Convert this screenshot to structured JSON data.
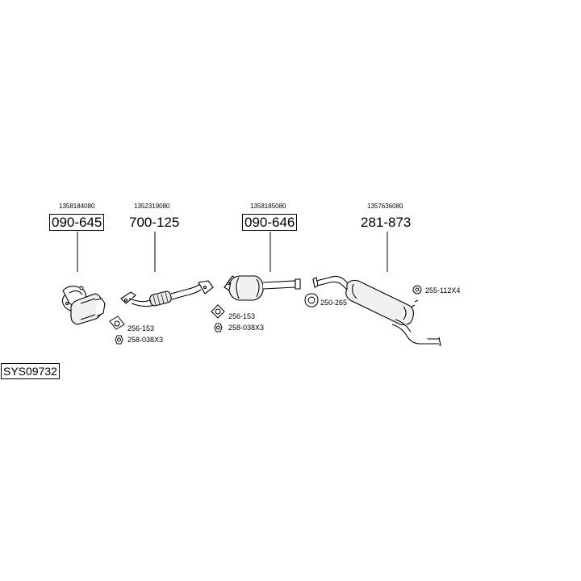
{
  "system_code": "SYS09732",
  "parts": [
    {
      "oe": "1358184080",
      "number": "090-645",
      "boxed": true
    },
    {
      "oe": "1352319080",
      "number": "700-125",
      "boxed": false
    },
    {
      "oe": "1358185080",
      "number": "090-646",
      "boxed": true
    },
    {
      "oe": "1357636080",
      "number": "281-873",
      "boxed": false
    }
  ],
  "accessories": {
    "gasket_a": "256-153",
    "bolt_a": "258-038X3",
    "gasket_b": "256-153",
    "bolt_b": "258-038X3",
    "clamp": "250-265",
    "rubber": "255-112X4"
  }
}
